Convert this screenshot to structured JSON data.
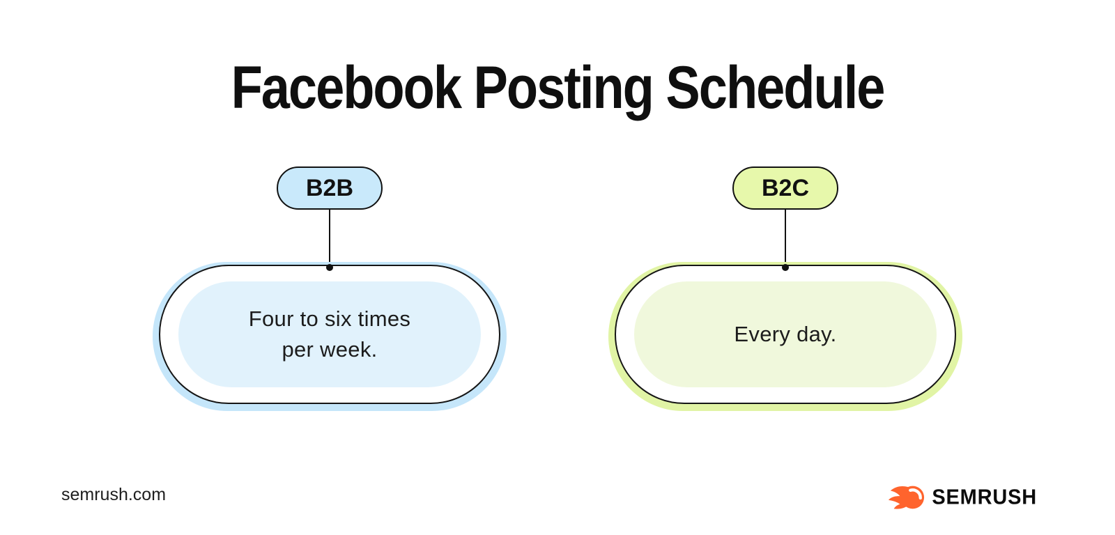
{
  "page_title": "Facebook Posting Schedule",
  "branches": [
    {
      "category": "B2B",
      "frequency": "Four to six times\nper week.",
      "colors": {
        "pill_fill": "#C9E9FB",
        "halo": "#C5E6FA",
        "inner_fill": "#E1F2FC",
        "stroke": "#111111"
      }
    },
    {
      "category": "B2C",
      "frequency": "Every day.",
      "colors": {
        "pill_fill": "#E7F8AB",
        "halo": "#E1F4A5",
        "inner_fill": "#F0F8DC",
        "stroke": "#111111"
      }
    }
  ],
  "footer": {
    "website": "semrush.com",
    "brand_name": "SEMRUSH",
    "brand_color": "#FF642D",
    "logo_icon": "semrush-comet-icon"
  }
}
